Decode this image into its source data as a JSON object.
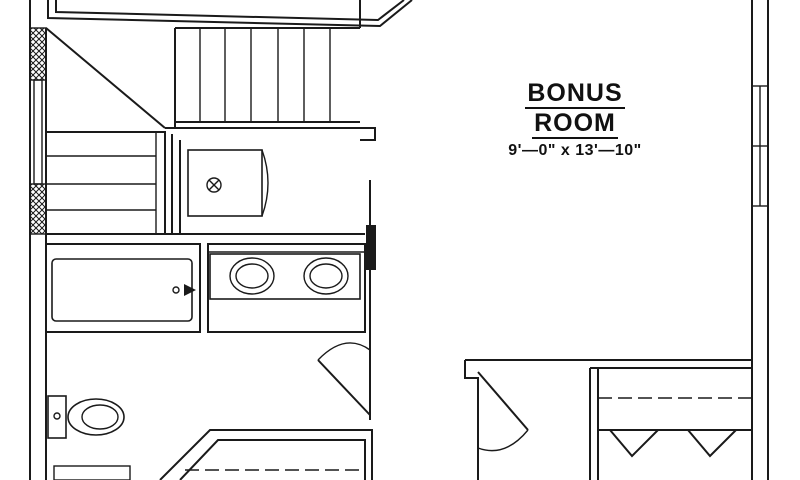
{
  "rooms": {
    "bonus": {
      "name_line1": "BONUS",
      "name_line2": "ROOM",
      "dimensions": "9'—0\" x 13'—10\""
    }
  }
}
